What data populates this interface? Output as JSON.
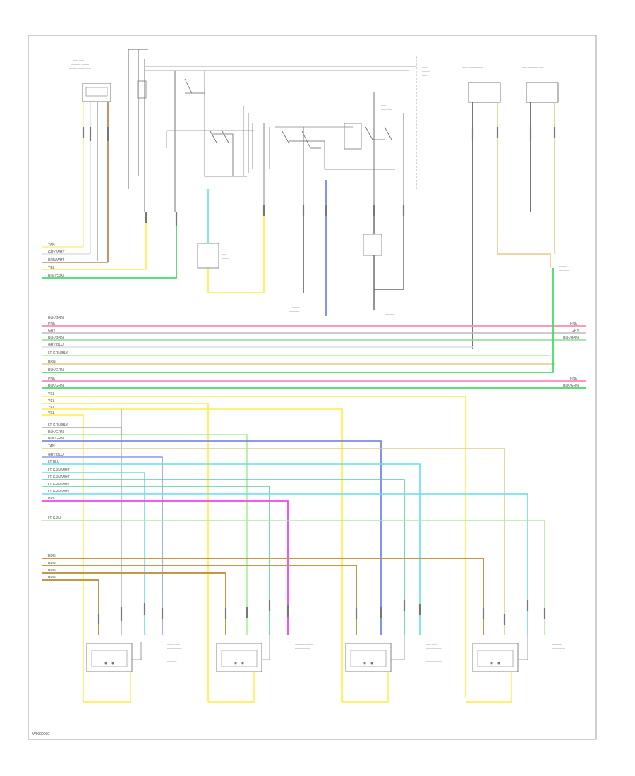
{
  "footer_code": "W0000000",
  "colors": {
    "frame": "#b0b0b0",
    "wire_dark": "#555555",
    "pink": "#ff88bb",
    "green": "#44dd66",
    "yellow": "#ffee44",
    "tan": "#e0cc88",
    "brown": "#c09848",
    "blue": "#6677ee",
    "cyan": "#66ddee",
    "teal": "#55ccaa",
    "magenta": "#ee44ee",
    "light_green": "#aaee99",
    "white_wire": "#dddddd",
    "orange": "#e09a70"
  },
  "wire_labels_top_left": [
    "TAN",
    "GRY/WHT",
    "BRN/WHT",
    "YEL",
    "BLK/GRN"
  ],
  "harness_labels_left": [
    "BLK/GRN",
    "PNK",
    "GRY",
    "BLK/GRN",
    "GRY/BLU",
    "LT GRN/BLK",
    "BRN",
    "BLK/GRN",
    "PNK",
    "BLK/GRN",
    "YEL",
    "YEL",
    "YEL",
    "YEL",
    "LT GRN/BLK",
    "BLK/GRN",
    "BLK/GRN",
    "TAN",
    "GRY/BLU",
    "LT BLU",
    "LT GRN/WHT",
    "LT GRN/WHT",
    "LT GRN/WHT",
    "LT GRN/WHT",
    "PPL",
    "LT GRN",
    "BRN",
    "BRN",
    "BRN",
    "BRN"
  ],
  "harness_labels_right": [
    "PNK",
    "GRY",
    "BLK/GRN",
    "PNK",
    "BLK/GRN"
  ]
}
